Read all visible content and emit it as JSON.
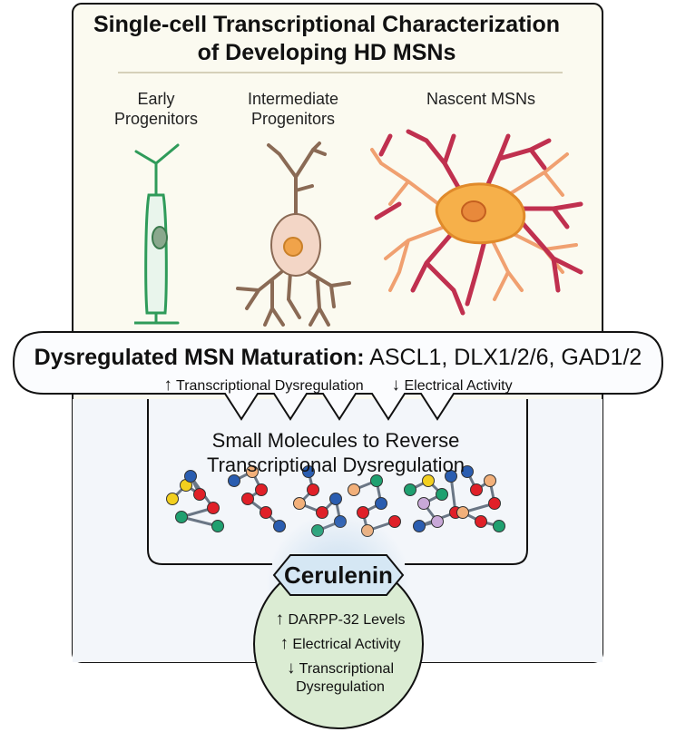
{
  "title": {
    "line1": "Single-cell Transcriptional Characterization",
    "line2": "of Developing HD MSNs"
  },
  "stages": [
    {
      "line1": "Early",
      "line2": "Progenitors"
    },
    {
      "line1": "Intermediate",
      "line2": "Progenitors"
    },
    {
      "line1": "Nascent MSNs",
      "line2": ""
    }
  ],
  "banner": {
    "heading": "Dysregulated MSN Maturation:",
    "genes": "ASCL1, DLX1/2/6, GAD1/2",
    "up_arrow": "↑",
    "up_text": "Transcriptional Dysregulation",
    "down_arrow": "↓",
    "down_text": "Electrical Activity"
  },
  "screen": {
    "line1": "Small Molecules to Reverse",
    "line2": "Transcriptional Dysregulation"
  },
  "drug": {
    "name": "Cerulenin",
    "effects": [
      {
        "arrow": "↑",
        "text": "DARPP-32 Levels"
      },
      {
        "arrow": "↑",
        "text": "Electrical Activity"
      },
      {
        "arrow": "↓",
        "text": "Transcriptional",
        "text2": "Dysregulation"
      }
    ]
  },
  "colors": {
    "panel_bg": "#fbfaf0",
    "early_cell": "#2f9b5a",
    "intermediate_cell": "#8a6a55",
    "nascent_dendrites": "#c0304f",
    "nascent_soma": "#f39a3a",
    "atom_red": "#e02028",
    "atom_blue": "#2a5db0",
    "atom_green": "#1fa070",
    "atom_yellow": "#f2cf1f",
    "atom_orange": "#f2b07a",
    "atom_purple": "#c8a8d8",
    "drug_hexagon": "#d5e7f4",
    "drug_circle": "#dbecd3"
  }
}
